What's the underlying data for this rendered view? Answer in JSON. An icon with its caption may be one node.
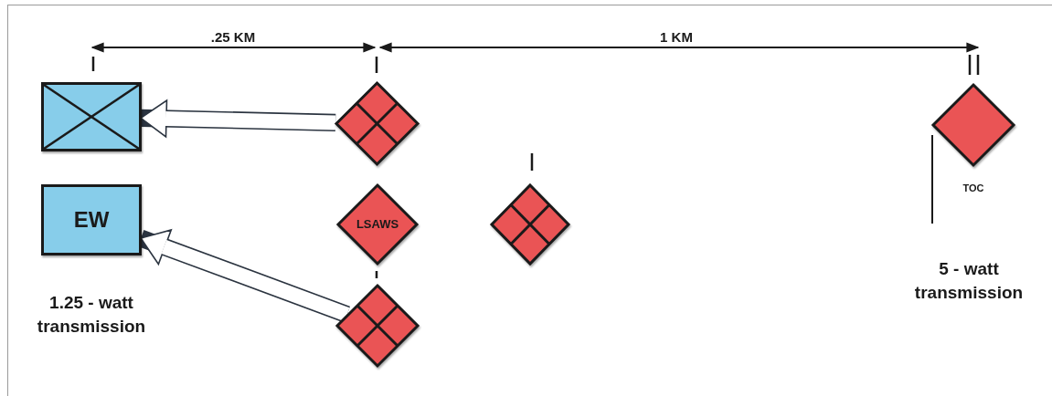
{
  "diagram": {
    "nodes": [
      {
        "text": [],
        "shape": "box"
      },
      {
        "text": [
          "EW"
        ],
        "beside": [
          "1.25 - watt transmission"
        ]
      },
      {
        "text": [],
        "shape": "diamond"
      },
      {
        "text": [
          "LSAWS"
        ]
      },
      {
        "text": [],
        "shape": "diamond"
      },
      {
        "text": [],
        "shape": "diamond"
      },
      {
        "text": [
          "TOC"
        ]
      }
    ],
    "edges": [
      {
        "from": 2,
        "to": 0,
        "arrow": "to"
      },
      {
        "from": 4,
        "to": 1,
        "arrow": "to"
      }
    ],
    "labels": [
      ".25 KM",
      "1 KM",
      "5 - watt transmission"
    ]
  }
}
